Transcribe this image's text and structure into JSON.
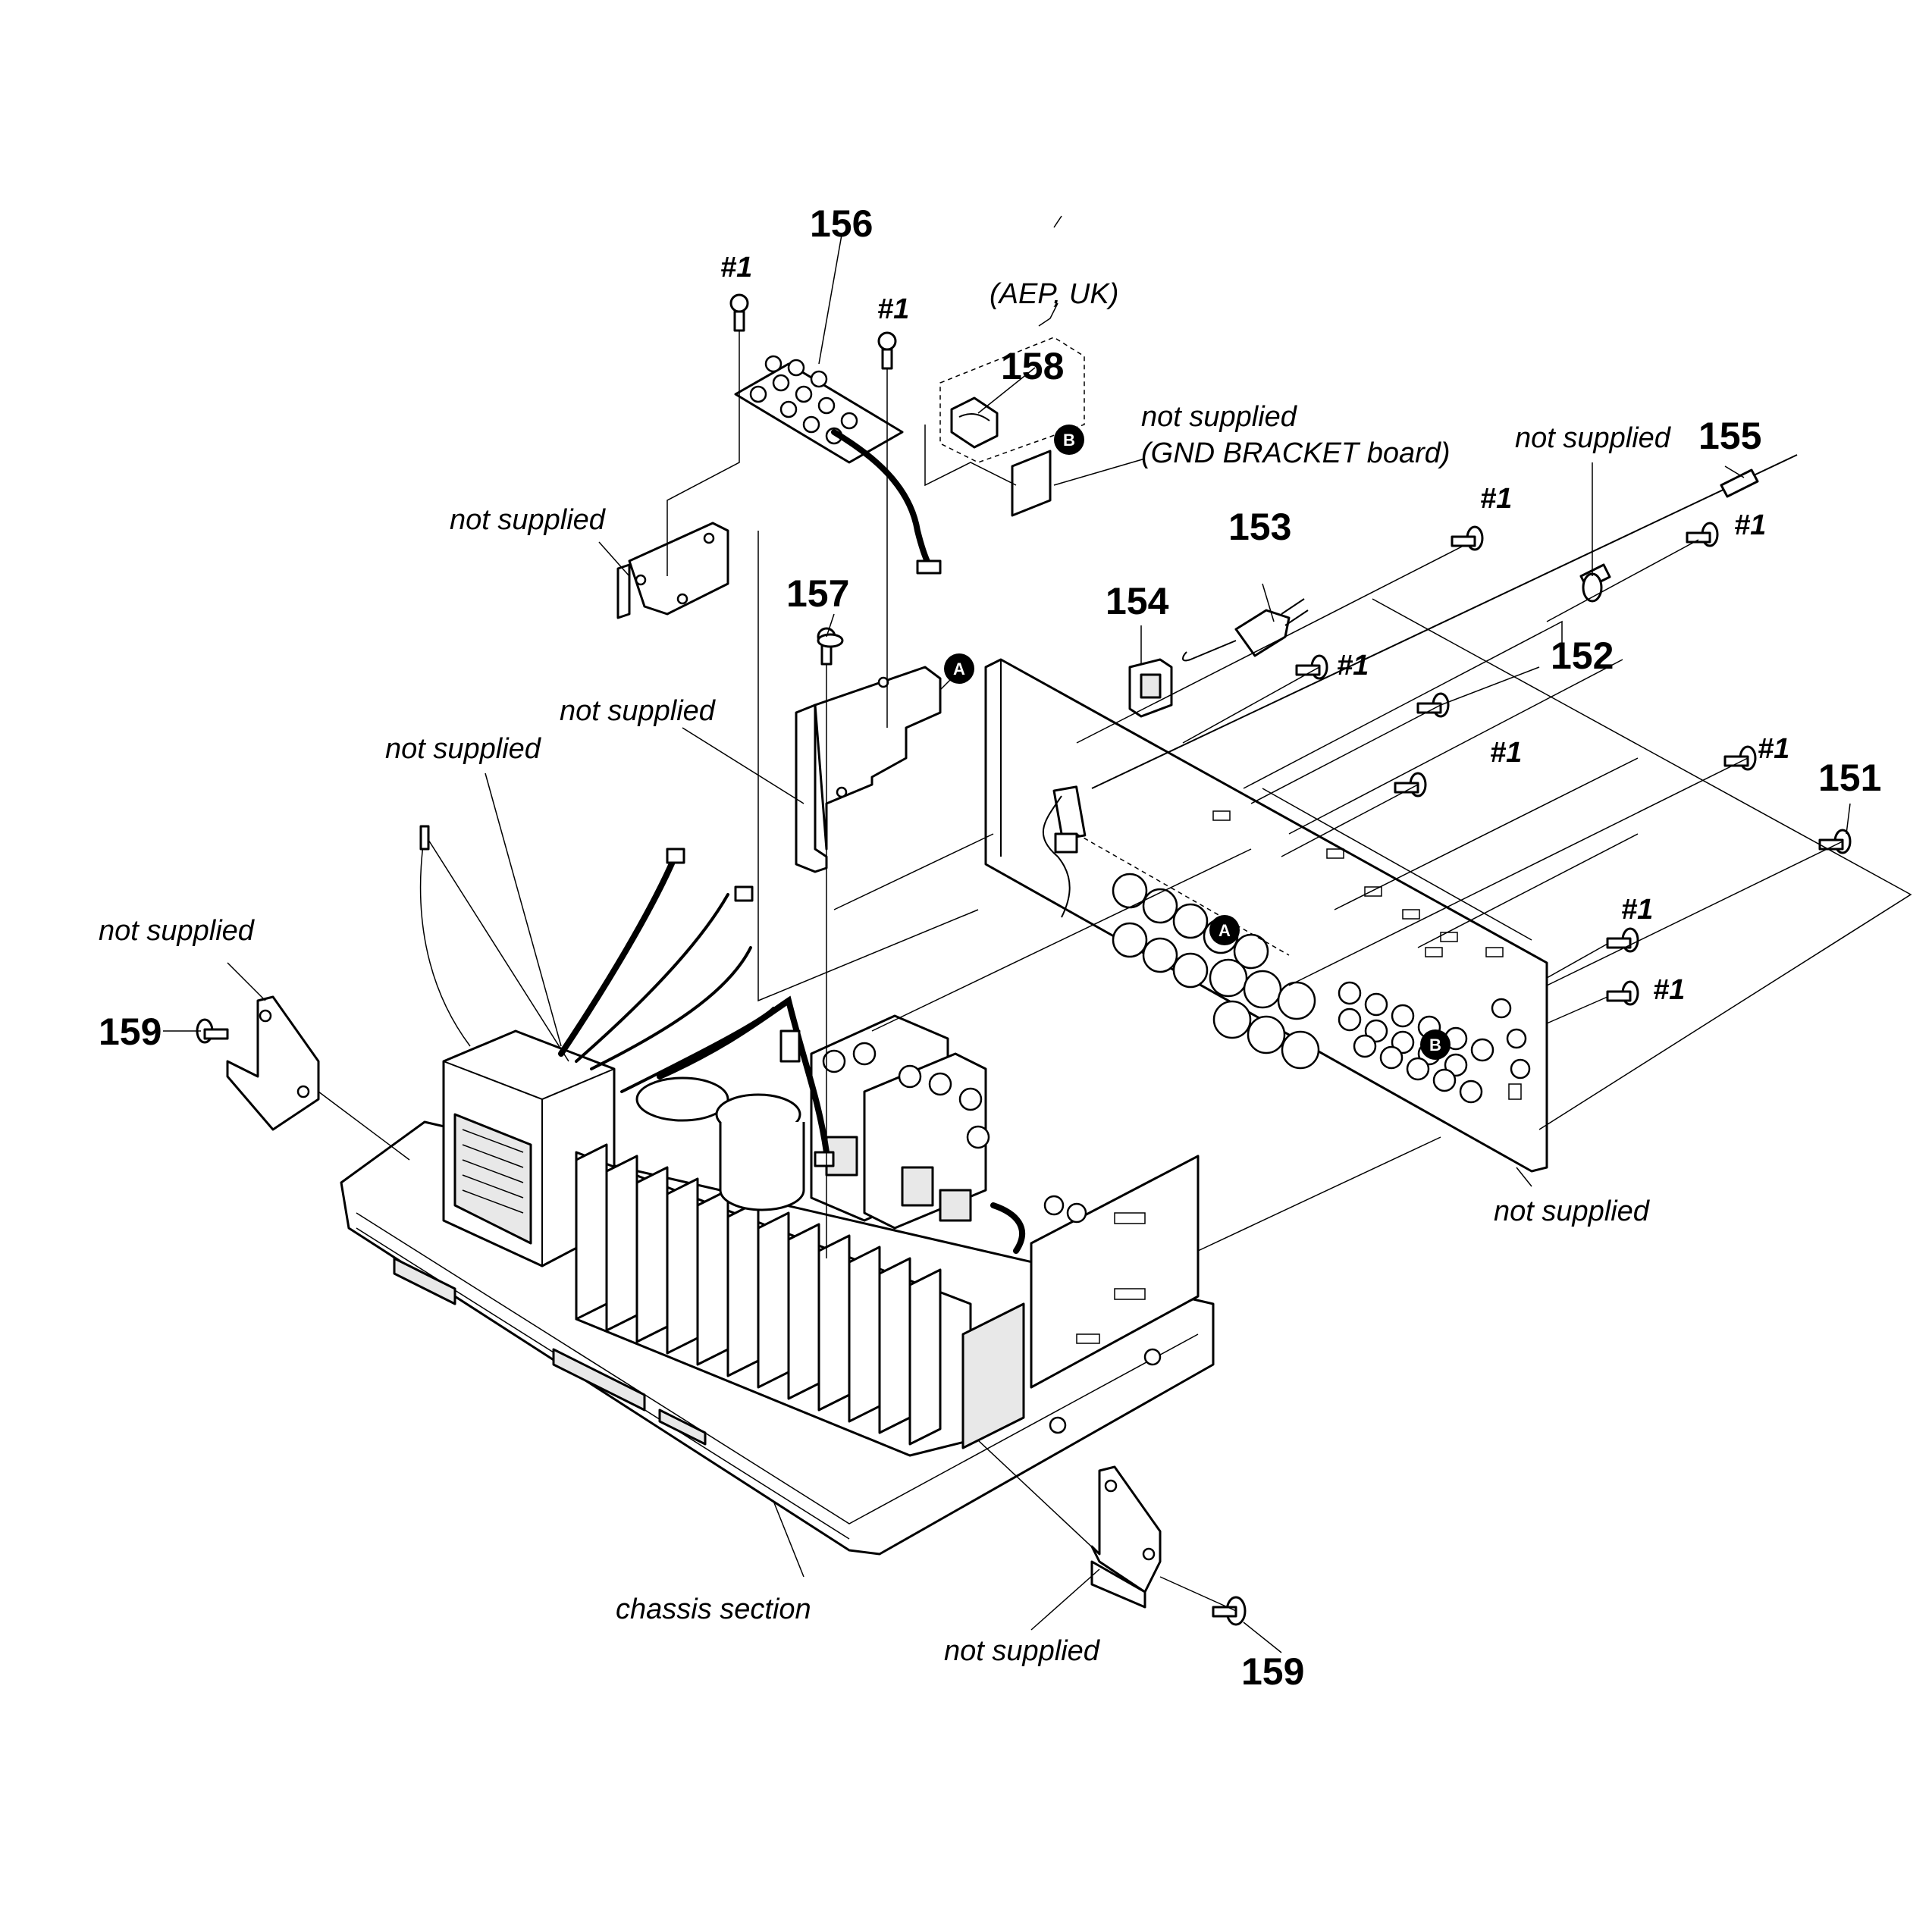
{
  "parts": {
    "p151": "151",
    "p152": "152",
    "p153": "153",
    "p154": "154",
    "p155": "155",
    "p156": "156",
    "p157": "157",
    "p158": "158",
    "p159": "159"
  },
  "screw_ref": "#1",
  "connector_a": "A",
  "connector_b": "B",
  "notes": {
    "region": "(AEP, UK)",
    "not_supplied": "not supplied",
    "gnd_bracket": "(GND BRACKET board)",
    "chassis": "chassis section"
  },
  "colors": {
    "ink": "#000000",
    "paper": "#ffffff"
  }
}
